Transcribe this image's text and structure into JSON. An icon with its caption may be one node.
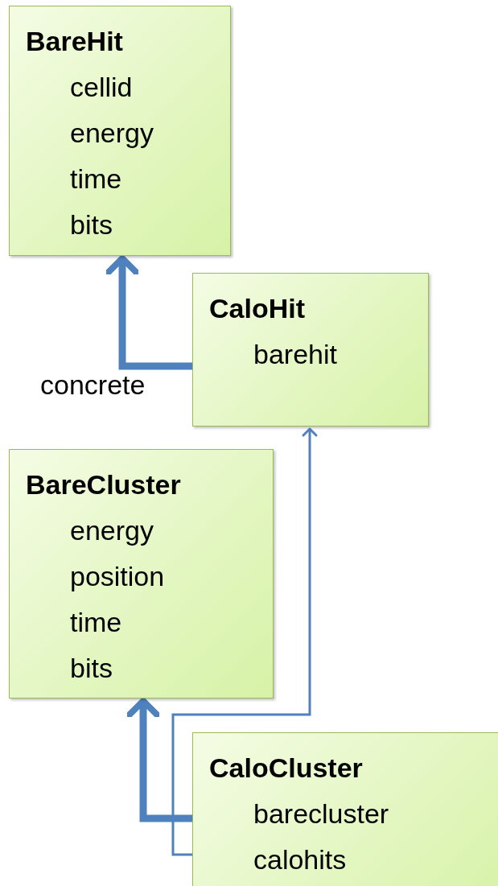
{
  "diagram": {
    "nodes": [
      {
        "text": [
          "BareHit",
          "cellid",
          "energy",
          "time",
          "bits"
        ]
      },
      {
        "text": [
          "CaloHit",
          "barehit"
        ]
      },
      {
        "text": [
          "BareCluster",
          "energy",
          "position",
          "time",
          "bits"
        ]
      },
      {
        "text": [
          "CaloCluster",
          "barecluster",
          "calohits"
        ]
      }
    ],
    "edges": [
      {
        "from": 1,
        "to": 0,
        "arrow": "to",
        "label": "concrete"
      },
      {
        "from": 3,
        "to": 2,
        "arrow": "to"
      },
      {
        "from": 3,
        "to": 1,
        "arrow": "to"
      }
    ]
  }
}
